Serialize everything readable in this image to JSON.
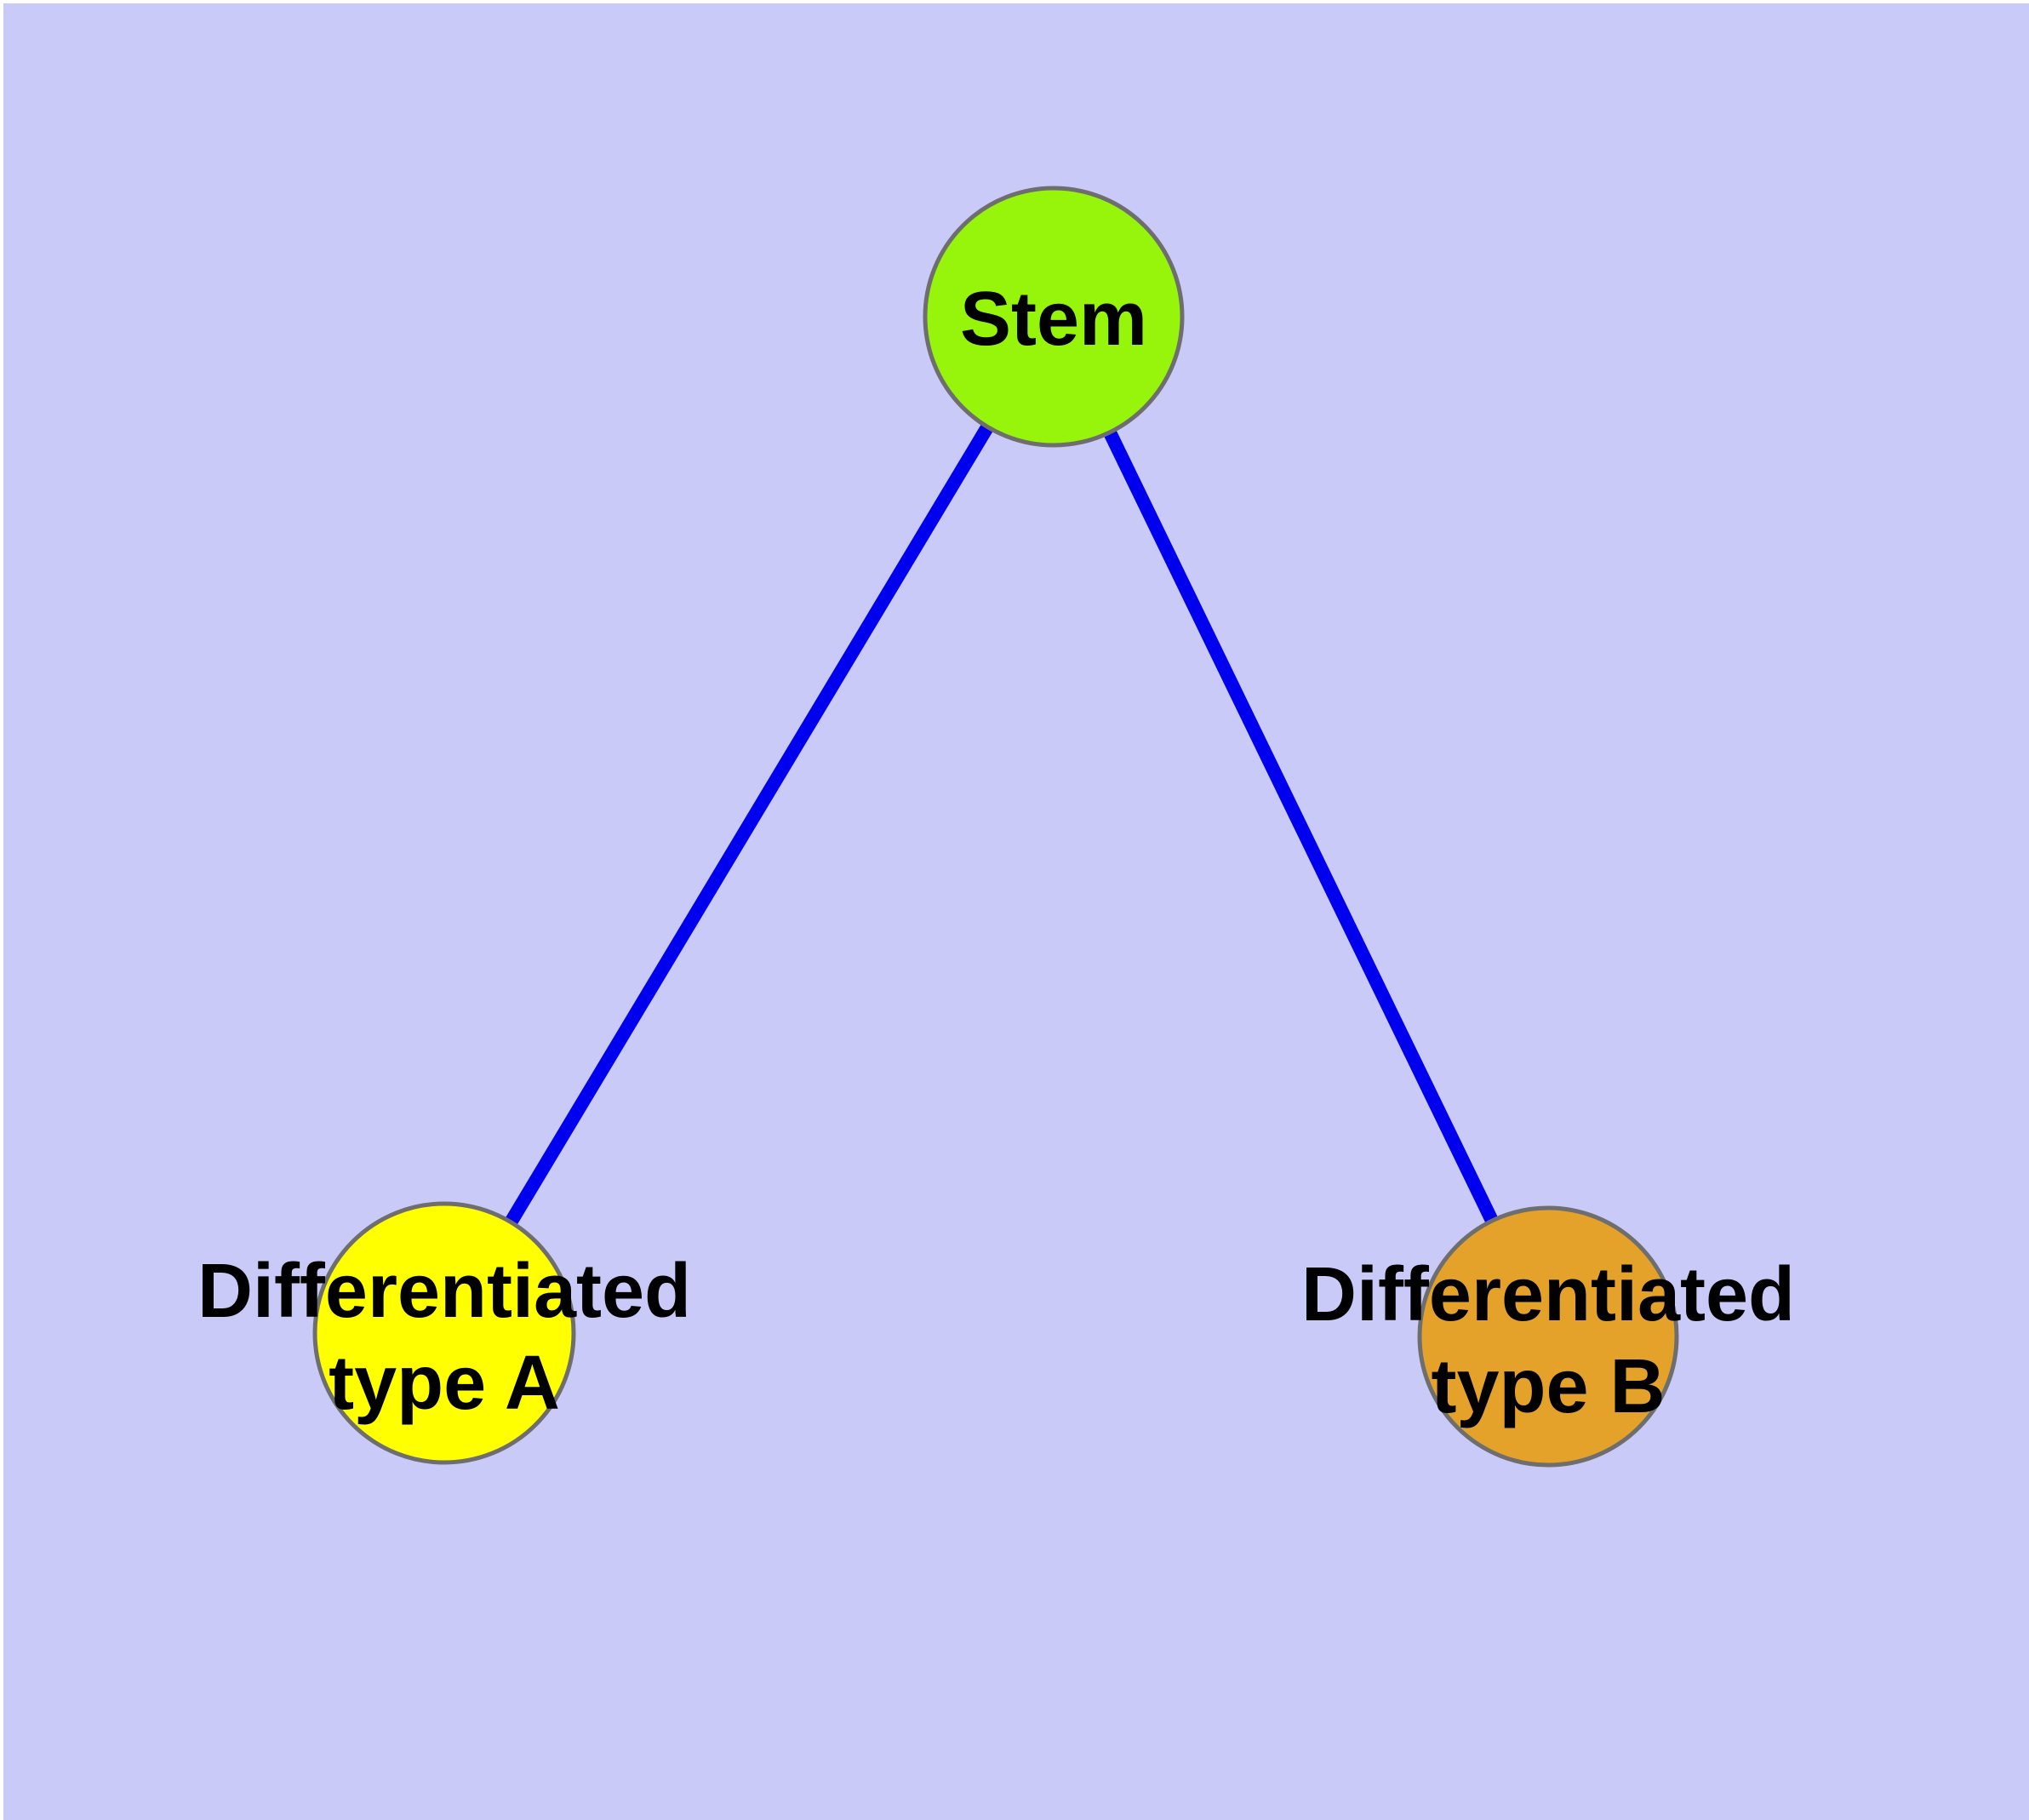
{
  "diagram": {
    "title": "",
    "background_color": "#CACAF8",
    "page_margin_color": "#FFFFFF",
    "node_border_color": "#6E6E6E",
    "edge_color": "#0000EE",
    "label_color": "#000000",
    "nodes": [
      {
        "id": "stem",
        "label": "Stem",
        "label_lines": [
          "Stem"
        ],
        "color": "#96F50A",
        "shape": "circle"
      },
      {
        "id": "differentiated-type-a",
        "label": "Differentiated type A",
        "label_lines": [
          "Differentiated",
          "type A"
        ],
        "color": "#FFFF00",
        "shape": "circle"
      },
      {
        "id": "differentiated-type-b",
        "label": "Differentiated type B",
        "label_lines": [
          "Differentiated",
          "type B"
        ],
        "color": "#E5A22A",
        "shape": "circle"
      }
    ],
    "edges": [
      {
        "from": "stem",
        "to": "differentiated-type-a"
      },
      {
        "from": "stem",
        "to": "differentiated-type-b"
      }
    ]
  }
}
